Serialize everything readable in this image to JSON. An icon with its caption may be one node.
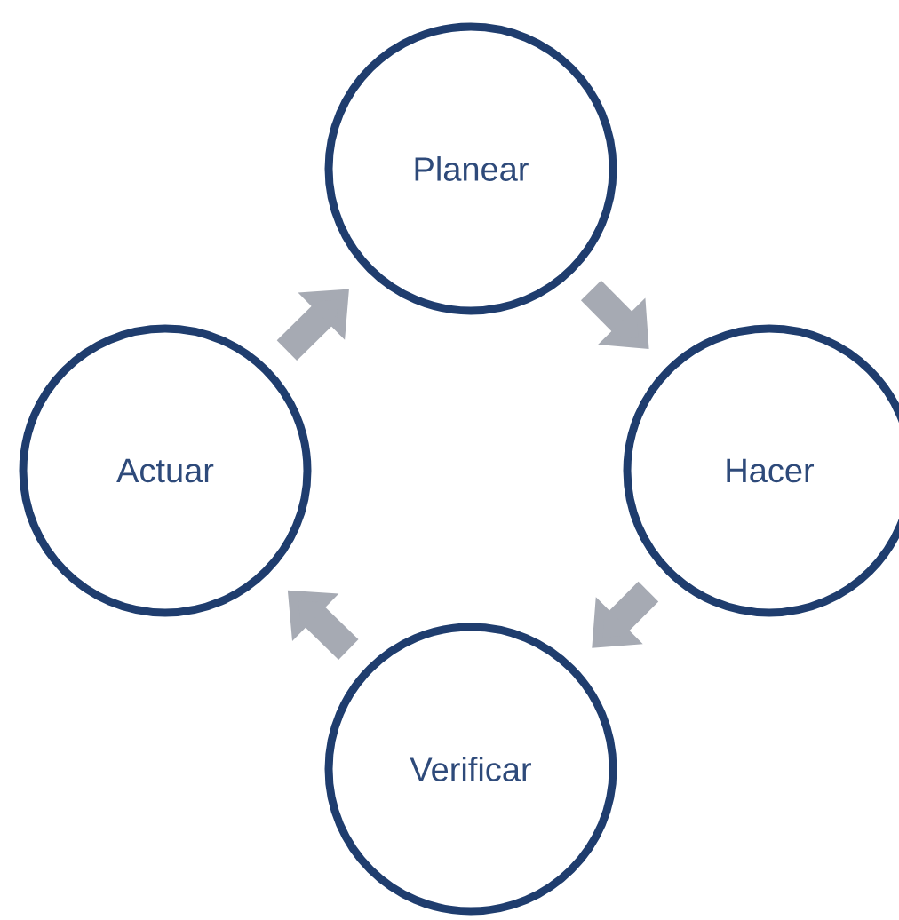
{
  "diagram": {
    "nodes": [
      {
        "text": [
          "Planear"
        ]
      },
      {
        "text": [
          "Hacer"
        ]
      },
      {
        "text": [
          "Verificar"
        ]
      },
      {
        "text": [
          "Actuar"
        ]
      }
    ],
    "edges": [
      {
        "from": 0,
        "to": 1,
        "arrow": "to"
      },
      {
        "from": 1,
        "to": 2,
        "arrow": "to"
      },
      {
        "from": 2,
        "to": 3,
        "arrow": "to"
      },
      {
        "from": 3,
        "to": 0,
        "arrow": "to"
      }
    ]
  }
}
